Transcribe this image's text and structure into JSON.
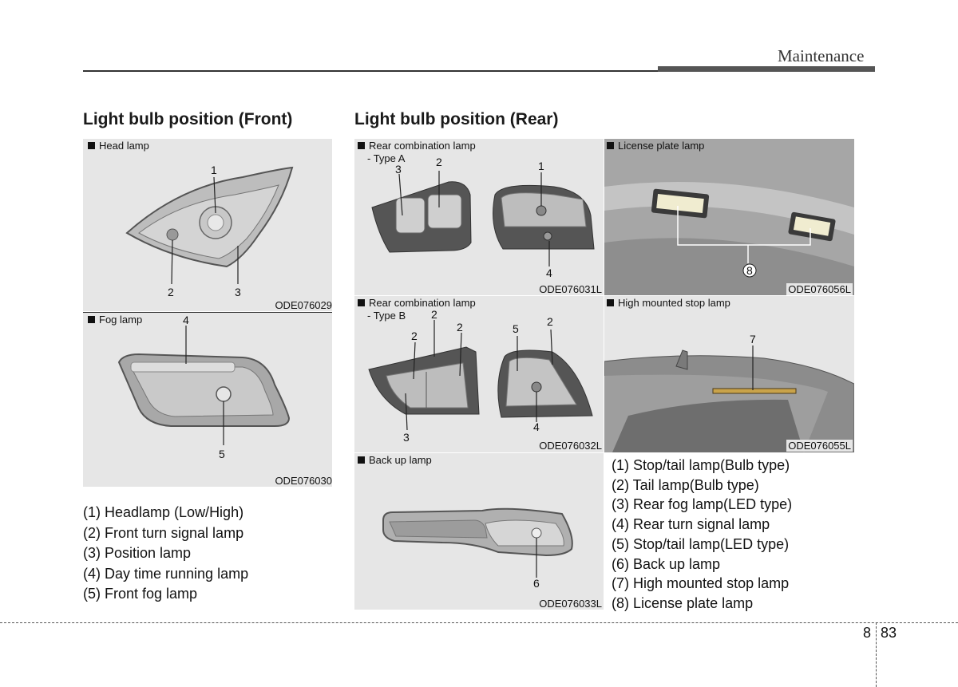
{
  "header": {
    "section": "Maintenance"
  },
  "front": {
    "heading": "Light bulb position (Front)",
    "head_lamp": {
      "label": "Head lamp",
      "code": "ODE076029",
      "callouts": [
        "1",
        "2",
        "3"
      ]
    },
    "fog_lamp": {
      "label": "Fog lamp",
      "code": "ODE076030",
      "callouts": [
        "4",
        "5"
      ]
    },
    "legend": [
      "(1) Headlamp (Low/High)",
      "(2) Front turn signal lamp",
      "(3) Position lamp",
      "(4) Day time running lamp",
      "(5) Front fog lamp"
    ]
  },
  "rear": {
    "heading": "Light bulb position (Rear)",
    "combo_a": {
      "label": "Rear combination lamp",
      "sublabel": "- Type A",
      "code": "ODE076031L",
      "callouts": [
        "3",
        "2",
        "1",
        "4"
      ]
    },
    "license": {
      "label": "License plate lamp",
      "code": "ODE076056L",
      "callouts": [
        "8"
      ]
    },
    "combo_b": {
      "label": "Rear combination lamp",
      "sublabel": "- Type B",
      "code": "ODE076032L",
      "callouts": [
        "2",
        "2",
        "2",
        "5",
        "2",
        "3",
        "4"
      ]
    },
    "high_stop": {
      "label": "High mounted stop lamp",
      "code": "ODE076055L",
      "callouts": [
        "7"
      ]
    },
    "backup": {
      "label": "Back up lamp",
      "code": "ODE076033L",
      "callouts": [
        "6"
      ]
    },
    "legend": [
      "(1) Stop/tail lamp(Bulb type)",
      "(2) Tail lamp(Bulb type)",
      "(3) Rear fog lamp(LED type)",
      "(4) Rear turn signal lamp",
      "(5) Stop/tail lamp(LED type)",
      "(6) Back up lamp",
      "(7) High mounted stop lamp",
      "(8) License plate lamp"
    ]
  },
  "footer": {
    "chapter": "8",
    "page": "83"
  }
}
